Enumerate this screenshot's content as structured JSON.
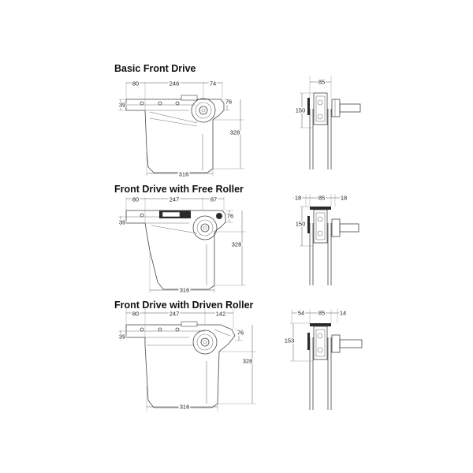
{
  "sections": [
    {
      "title": "Basic Front Drive",
      "side_view": {
        "dim_80": "80",
        "dim_246": "246",
        "dim_74": "74",
        "dim_39": "39",
        "dim_76": "76",
        "dim_328": "328",
        "dim_316": "316"
      },
      "end_view": {
        "dim_85": "85",
        "dim_150": "150"
      }
    },
    {
      "title": "Front Drive with Free Roller",
      "side_view": {
        "dim_80": "80",
        "dim_247": "247",
        "dim_87": "87",
        "dim_39": "39",
        "dim_76": "76",
        "dim_328": "328",
        "dim_316": "316"
      },
      "end_view": {
        "dim_18_left": "18",
        "dim_85": "85",
        "dim_18_right": "18",
        "dim_150": "150"
      }
    },
    {
      "title": "Front Drive with Driven Roller",
      "side_view": {
        "dim_80": "80",
        "dim_247": "247",
        "dim_142": "142",
        "dim_39": "39",
        "dim_76": "76",
        "dim_328": "328",
        "dim_316": "316"
      },
      "end_view": {
        "dim_54": "54",
        "dim_85": "85",
        "dim_14": "14",
        "dim_153": "153"
      }
    }
  ]
}
